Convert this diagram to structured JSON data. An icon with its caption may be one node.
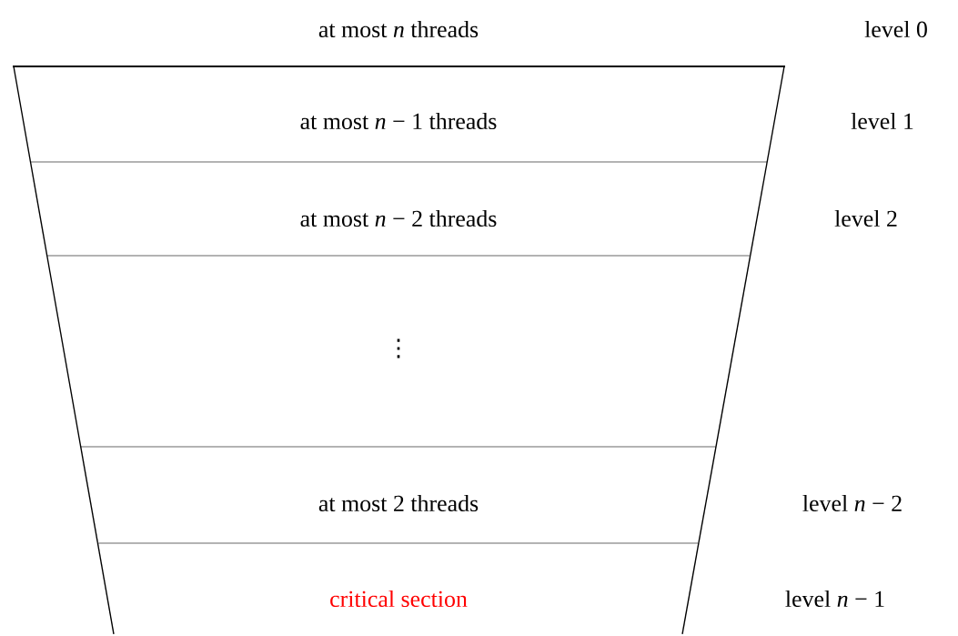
{
  "diagram": {
    "nodes": [
      {
        "text": [
          "at most *n* − 1 threads"
        ],
        "beside": [
          "level 1"
        ]
      },
      {
        "text": [
          "at most *n* − 2 threads"
        ],
        "beside": [
          "level 2"
        ]
      },
      {
        "text": [
          "⋮"
        ]
      },
      {
        "text": [
          "at most 2 threads"
        ],
        "beside": [
          "level *n* − 2"
        ]
      },
      {
        "text": [
          "critical section"
        ],
        "beside": [
          "level *n* − 1"
        ]
      }
    ],
    "labels": [
      "at most *n* threads",
      "level 0"
    ]
  }
}
